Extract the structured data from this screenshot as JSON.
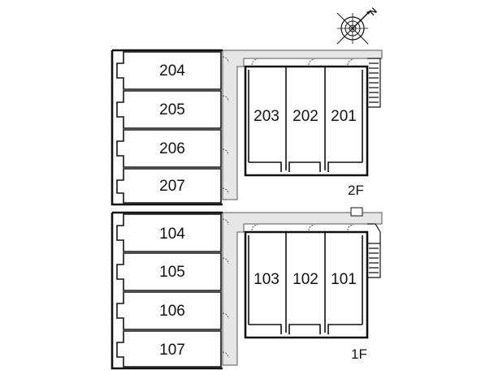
{
  "compass": {
    "label": "N",
    "icon": "compass-icon"
  },
  "floors": [
    {
      "label": "2F",
      "west_units": [
        "204",
        "205",
        "206",
        "207"
      ],
      "east_units": [
        "203",
        "202",
        "201"
      ]
    },
    {
      "label": "1F",
      "west_units": [
        "104",
        "105",
        "106",
        "107"
      ],
      "east_units": [
        "103",
        "102",
        "101"
      ]
    }
  ]
}
